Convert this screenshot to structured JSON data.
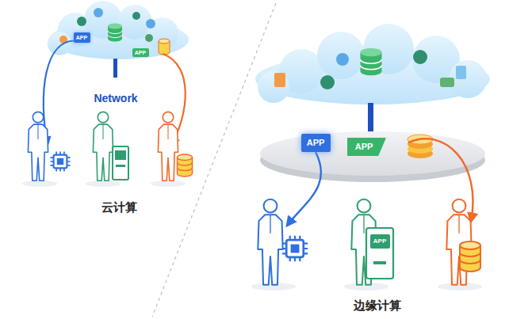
{
  "diagram": {
    "nodes": [
      {
        "text": [
          "APP"
        ]
      },
      {
        "text": [
          "APP"
        ]
      },
      {
        "text": [
          "APP"
        ]
      },
      {
        "text": [
          "APP"
        ]
      },
      {
        "text": [
          "APP"
        ]
      }
    ],
    "labels": [
      "Network",
      "云计算",
      "边缘计算"
    ]
  }
}
